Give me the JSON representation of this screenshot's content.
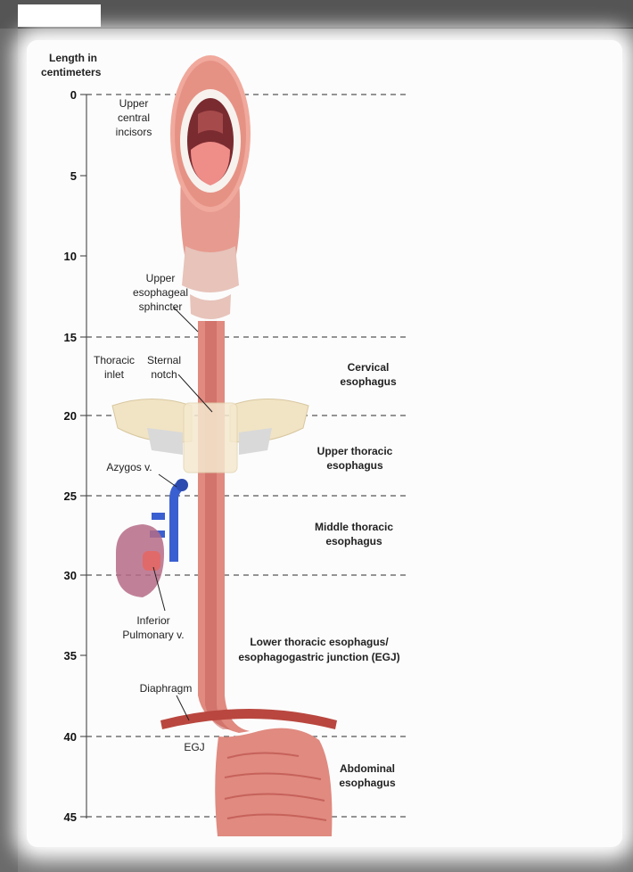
{
  "axis": {
    "title_line1": "Length in",
    "title_line2": "centimeters",
    "ticks": [
      "0",
      "5",
      "10",
      "15",
      "20",
      "25",
      "30",
      "35",
      "40",
      "45"
    ]
  },
  "labels": {
    "upper_central_incisors": [
      "Upper",
      "central",
      "incisors"
    ],
    "upper_esophageal_sphincter": [
      "Upper",
      "esophageal",
      "sphincter"
    ],
    "thoracic_inlet": [
      "Thoracic",
      "inlet"
    ],
    "sternal_notch": [
      "Sternal",
      "notch"
    ],
    "azygos": "Azygos v.",
    "inferior_pulmonary": [
      "Inferior",
      "Pulmonary v."
    ],
    "diaphragm": "Diaphragm",
    "egj": "EGJ"
  },
  "regions": {
    "cervical": [
      "Cervical",
      "esophagus"
    ],
    "upper_thoracic": [
      "Upper thoracic",
      "esophagus"
    ],
    "middle_thoracic": [
      "Middle thoracic",
      "esophagus"
    ],
    "lower_thoracic": [
      "Lower thoracic esophagus/",
      "esophagogastric junction (EGJ)"
    ],
    "abdominal": [
      "Abdominal",
      "esophagus"
    ]
  },
  "dashed_lines_cm": [
    0,
    15,
    20,
    25,
    30,
    40,
    45
  ],
  "colors": {
    "esophagus": "#e08a80",
    "esophagus_dark": "#c6625a",
    "vein": "#3a5fd0",
    "bone": "#f1e4c4",
    "cartilage": "#e7c3ba",
    "lung": "#b56b86",
    "diaphragm": "#b9473f"
  }
}
